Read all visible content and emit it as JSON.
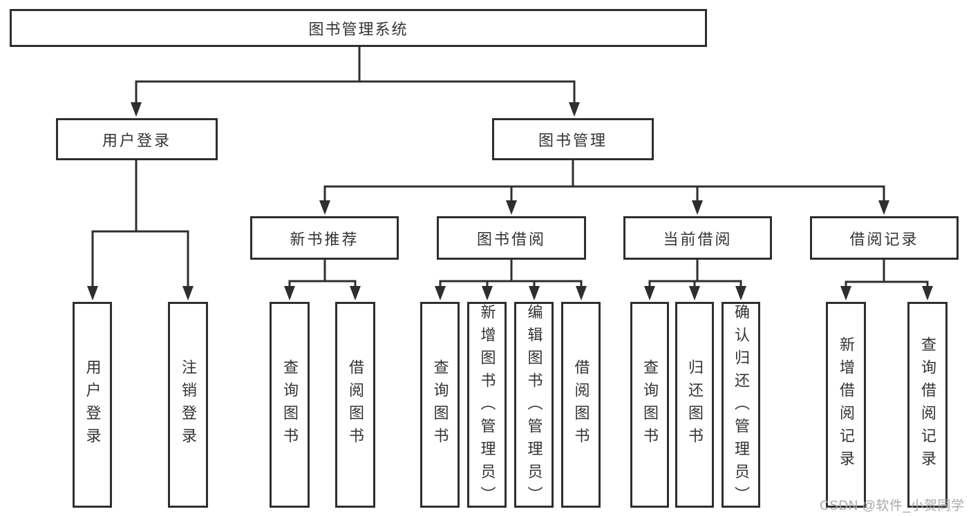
{
  "diagram": {
    "type": "hierarchy-tree",
    "title": "图书管理系统",
    "colors": {
      "line": "#2e2e2e",
      "border": "#2e2e2e",
      "text": "#333333",
      "box_background": "#ffffff",
      "page_background": "#ffffff",
      "watermark": "#a8a8a8"
    },
    "nodes": [
      {
        "id": "root",
        "label": "图书管理系统",
        "parent": null
      },
      {
        "id": "user-login",
        "label": "用户登录",
        "parent": "root"
      },
      {
        "id": "book-management",
        "label": "图书管理",
        "parent": "root"
      },
      {
        "id": "new-book-recommend",
        "label": "新书推荐",
        "parent": "book-management"
      },
      {
        "id": "book-borrowing",
        "label": "图书借阅",
        "parent": "book-management"
      },
      {
        "id": "current-borrowing",
        "label": "当前借阅",
        "parent": "book-management"
      },
      {
        "id": "borrowing-records",
        "label": "借阅记录",
        "parent": "book-management"
      },
      {
        "id": "leaf-user-login",
        "label": "用户登录",
        "parent": "user-login"
      },
      {
        "id": "leaf-logout",
        "label": "注销登录",
        "parent": "user-login"
      },
      {
        "id": "leaf-query-books-1",
        "label": "查询图书",
        "parent": "new-book-recommend"
      },
      {
        "id": "leaf-borrow-books-1",
        "label": "借阅图书",
        "parent": "new-book-recommend"
      },
      {
        "id": "leaf-query-books-2",
        "label": "查询图书",
        "parent": "book-borrowing"
      },
      {
        "id": "leaf-add-books",
        "label": "新增图书（管理员）",
        "parent": "book-borrowing"
      },
      {
        "id": "leaf-edit-books",
        "label": "编辑图书（管理员）",
        "parent": "book-borrowing"
      },
      {
        "id": "leaf-borrow-books-2",
        "label": "借阅图书",
        "parent": "book-borrowing"
      },
      {
        "id": "leaf-query-books-3",
        "label": "查询图书",
        "parent": "current-borrowing"
      },
      {
        "id": "leaf-return-books",
        "label": "归还图书",
        "parent": "current-borrowing"
      },
      {
        "id": "leaf-confirm-return",
        "label": "确认归还（管理员）",
        "parent": "current-borrowing"
      },
      {
        "id": "leaf-add-record",
        "label": "新增借阅记录",
        "parent": "borrowing-records"
      },
      {
        "id": "leaf-query-record",
        "label": "查询借阅记录",
        "parent": "borrowing-records"
      }
    ],
    "watermark": {
      "text": "CSDN @软件_小贺同学"
    }
  }
}
